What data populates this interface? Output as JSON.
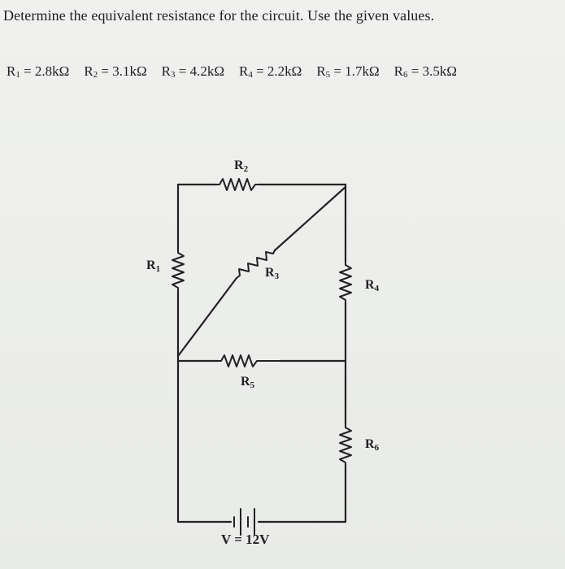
{
  "question": "Determine the equivalent resistance for the circuit. Use the given values.",
  "given_values": [
    {
      "sym": "R",
      "sub": "1",
      "val": " = 2.8kΩ"
    },
    {
      "sym": "R",
      "sub": "2",
      "val": " = 3.1kΩ"
    },
    {
      "sym": "R",
      "sub": "3",
      "val": " = 4.2kΩ"
    },
    {
      "sym": "R",
      "sub": "4",
      "val": " = 2.2kΩ"
    },
    {
      "sym": "R",
      "sub": "5",
      "val": " = 1.7kΩ"
    },
    {
      "sym": "R",
      "sub": "6",
      "val": " = 3.5kΩ"
    }
  ],
  "circuit": {
    "labels": {
      "r1": {
        "sym": "R",
        "sub": "1"
      },
      "r2": {
        "sym": "R",
        "sub": "2"
      },
      "r3": {
        "sym": "R",
        "sub": "3"
      },
      "r4": {
        "sym": "R",
        "sub": "4"
      },
      "r5": {
        "sym": "R",
        "sub": "5"
      },
      "r6": {
        "sym": "R",
        "sub": "6"
      }
    },
    "source_label": "V = 12V"
  }
}
